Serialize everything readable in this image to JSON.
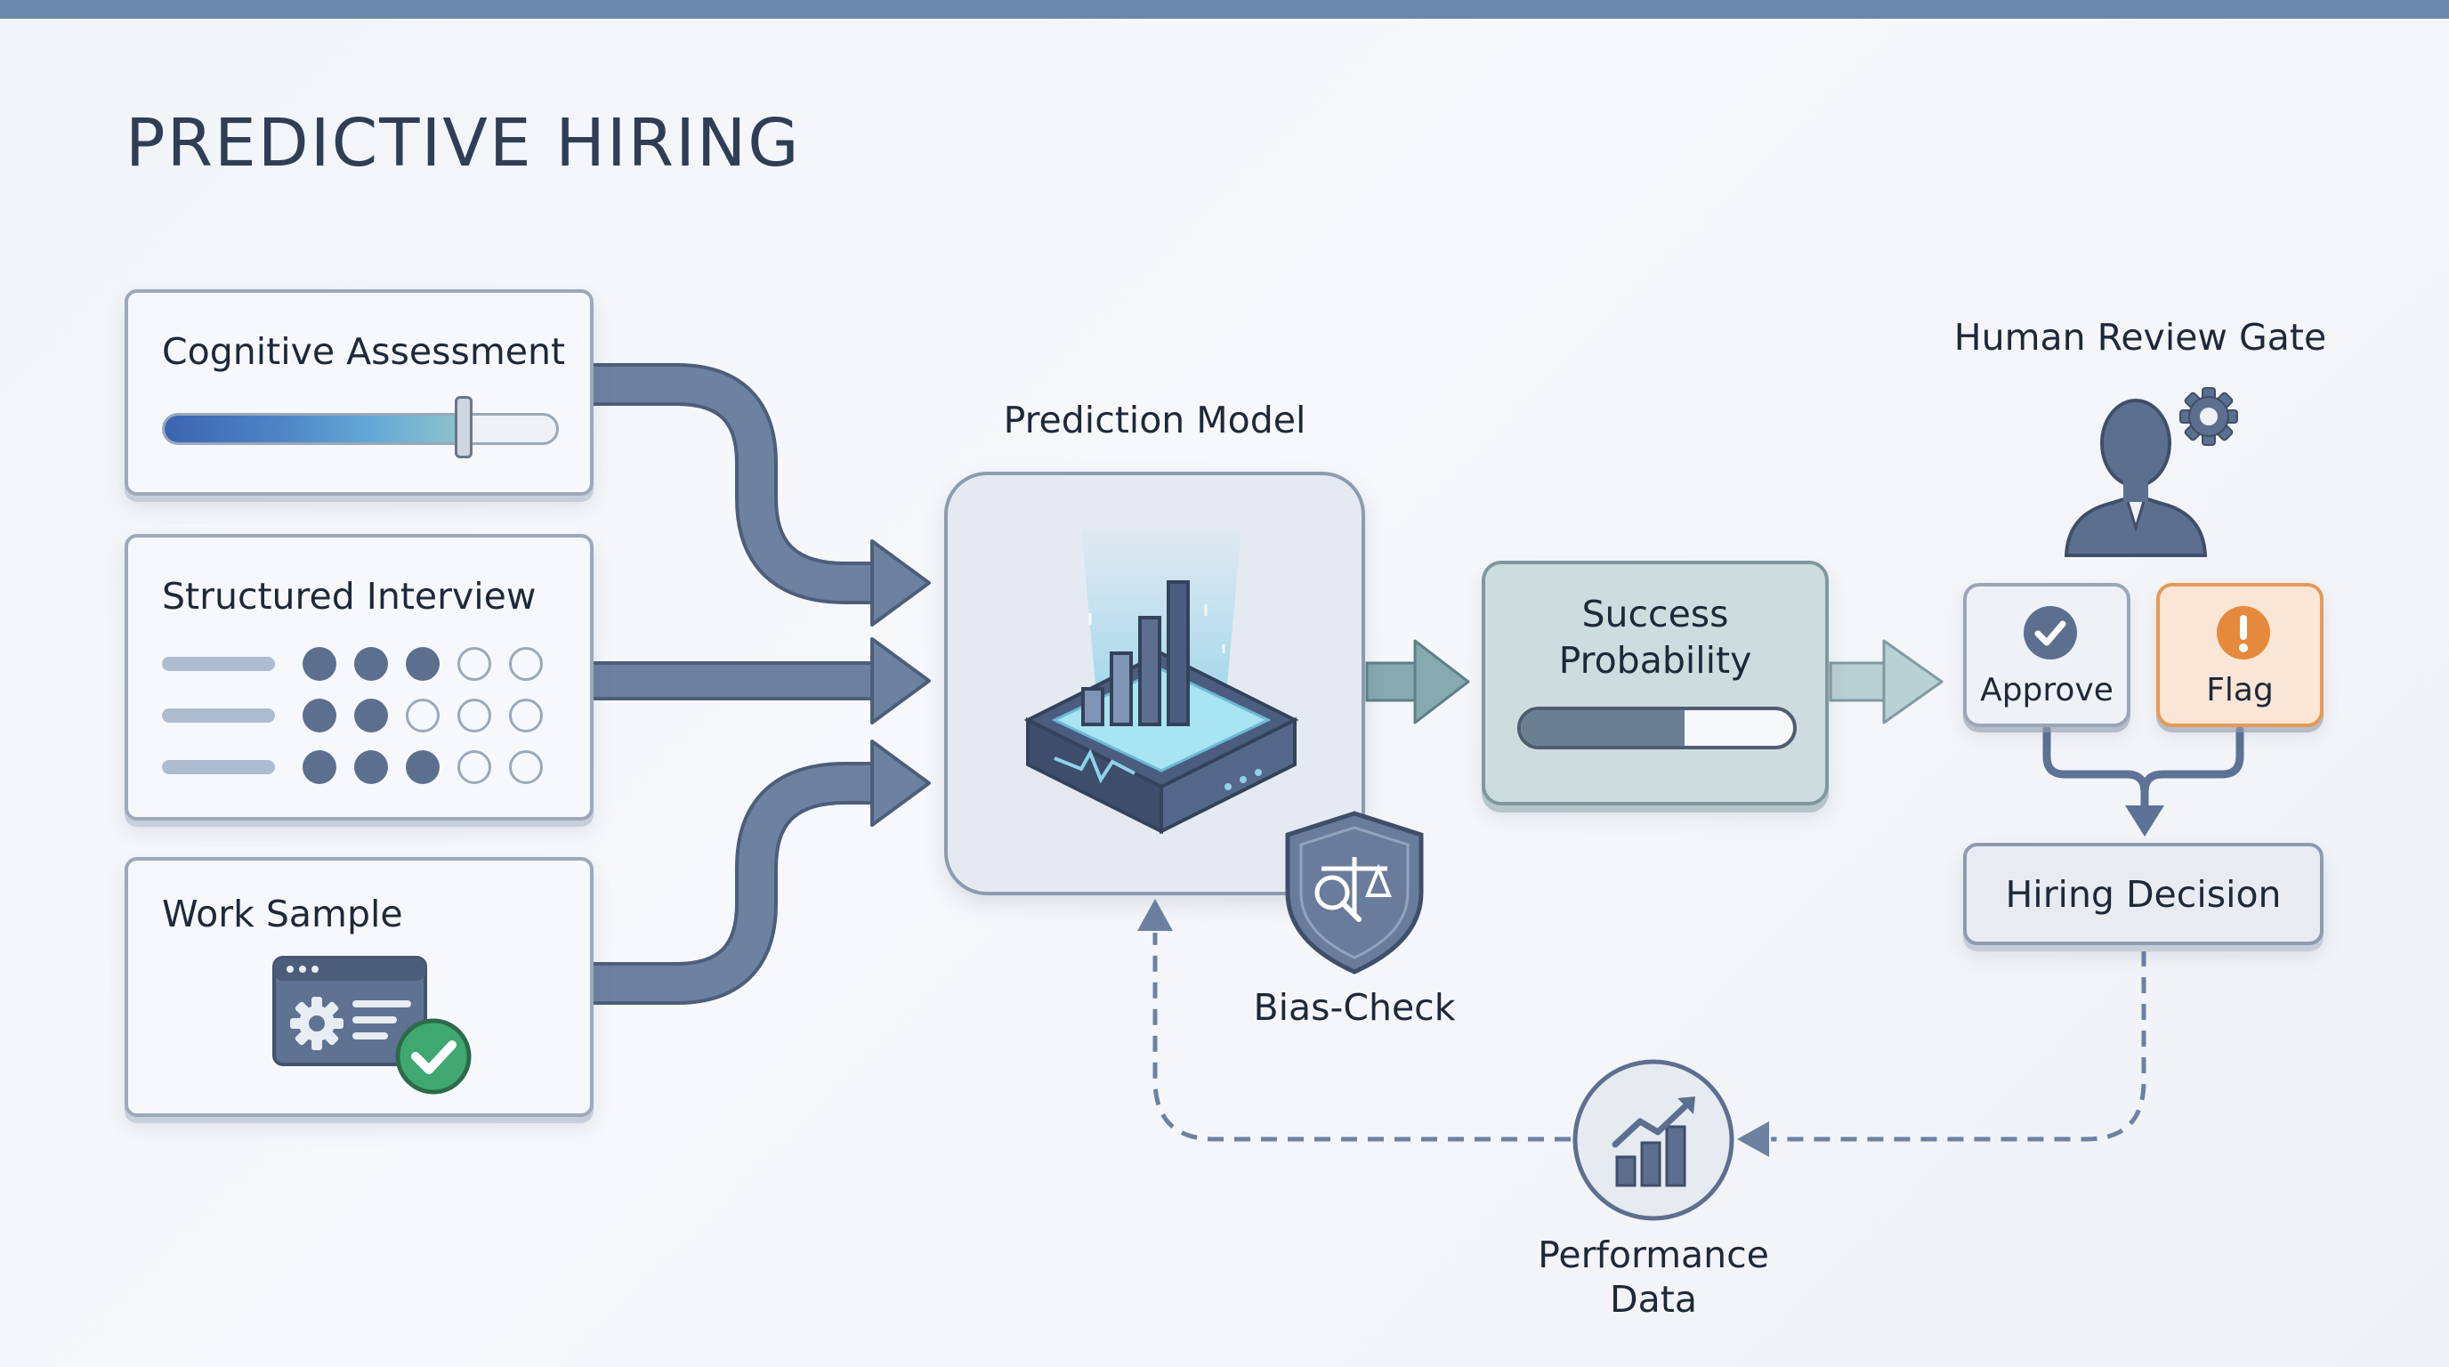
{
  "title": "PREDICTIVE HIRING",
  "inputs": {
    "cognitive": {
      "label": "Cognitive Assessment",
      "slider_level": 0.76
    },
    "interview": {
      "label": "Structured Interview",
      "ratings": [
        3,
        2,
        3
      ],
      "max_rating": 5
    },
    "work_sample": {
      "label": "Work Sample"
    }
  },
  "model": {
    "label": "Prediction Model"
  },
  "bias_check": {
    "label": "Bias-Check"
  },
  "success": {
    "label_line1": "Success",
    "label_line2": "Probability",
    "probability": 0.6
  },
  "gate": {
    "label": "Human Review Gate",
    "approve_label": "Approve",
    "flag_label": "Flag"
  },
  "decision": {
    "label": "Hiring Decision"
  },
  "feedback": {
    "label_line1": "Performance",
    "label_line2": "Data"
  },
  "colors": {
    "topbar": "#6a86a8",
    "arrow": "#6d81a1",
    "arrow_stroke": "#4d5e7a",
    "teal_arrow": "#86aab0",
    "approve": "#5d6f8f",
    "flag": "#e58a3c",
    "check_green": "#3fa870"
  },
  "icons": {
    "model": "server-chart-icon",
    "bias": "shield-scale-magnifier-icon",
    "gate_person": "person-icon",
    "gate_gear": "gear-icon",
    "approve": "check-circle-icon",
    "flag": "exclamation-circle-icon",
    "feedback": "trend-chart-icon",
    "work_sample": "browser-gear-check-icon"
  }
}
